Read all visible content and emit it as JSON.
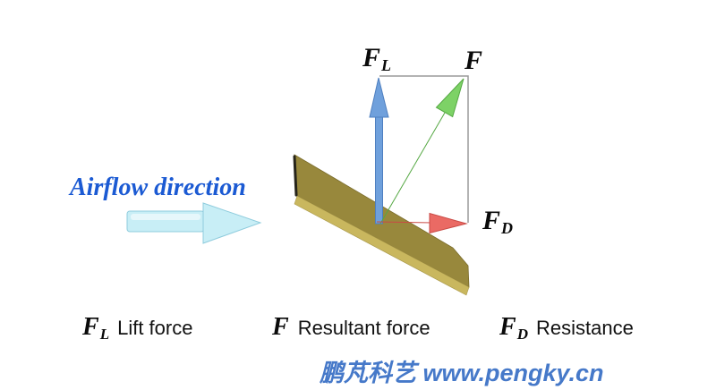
{
  "diagram": {
    "airflow": {
      "label": "Airflow direction"
    },
    "vectors": {
      "lift": {
        "symbol": "F",
        "subscript": "L"
      },
      "resultant": {
        "symbol": "F",
        "subscript": ""
      },
      "drag": {
        "symbol": "F",
        "subscript": "D"
      }
    },
    "legend": {
      "lift": {
        "symbol": "F",
        "subscript": "L",
        "text": "Lift force"
      },
      "resultant": {
        "symbol": "F",
        "subscript": "",
        "text": "Resultant force"
      },
      "drag": {
        "symbol": "F",
        "subscript": "D",
        "text": "Resistance"
      }
    },
    "watermark": {
      "text": "鹏芃科艺 www.pengky.cn"
    },
    "colors": {
      "lift_arrow": "#6fa0dc",
      "resultant_arrow": "#7dd266",
      "drag_arrow": "#ea6a64",
      "airflow_fill": "#c8eef6",
      "blade_top": "#98883c",
      "blade_front": "#c9b75e",
      "guide_line": "#9a9a9a",
      "airflow_text": "#1b5ad3",
      "watermark_text": "#4679c9"
    }
  }
}
